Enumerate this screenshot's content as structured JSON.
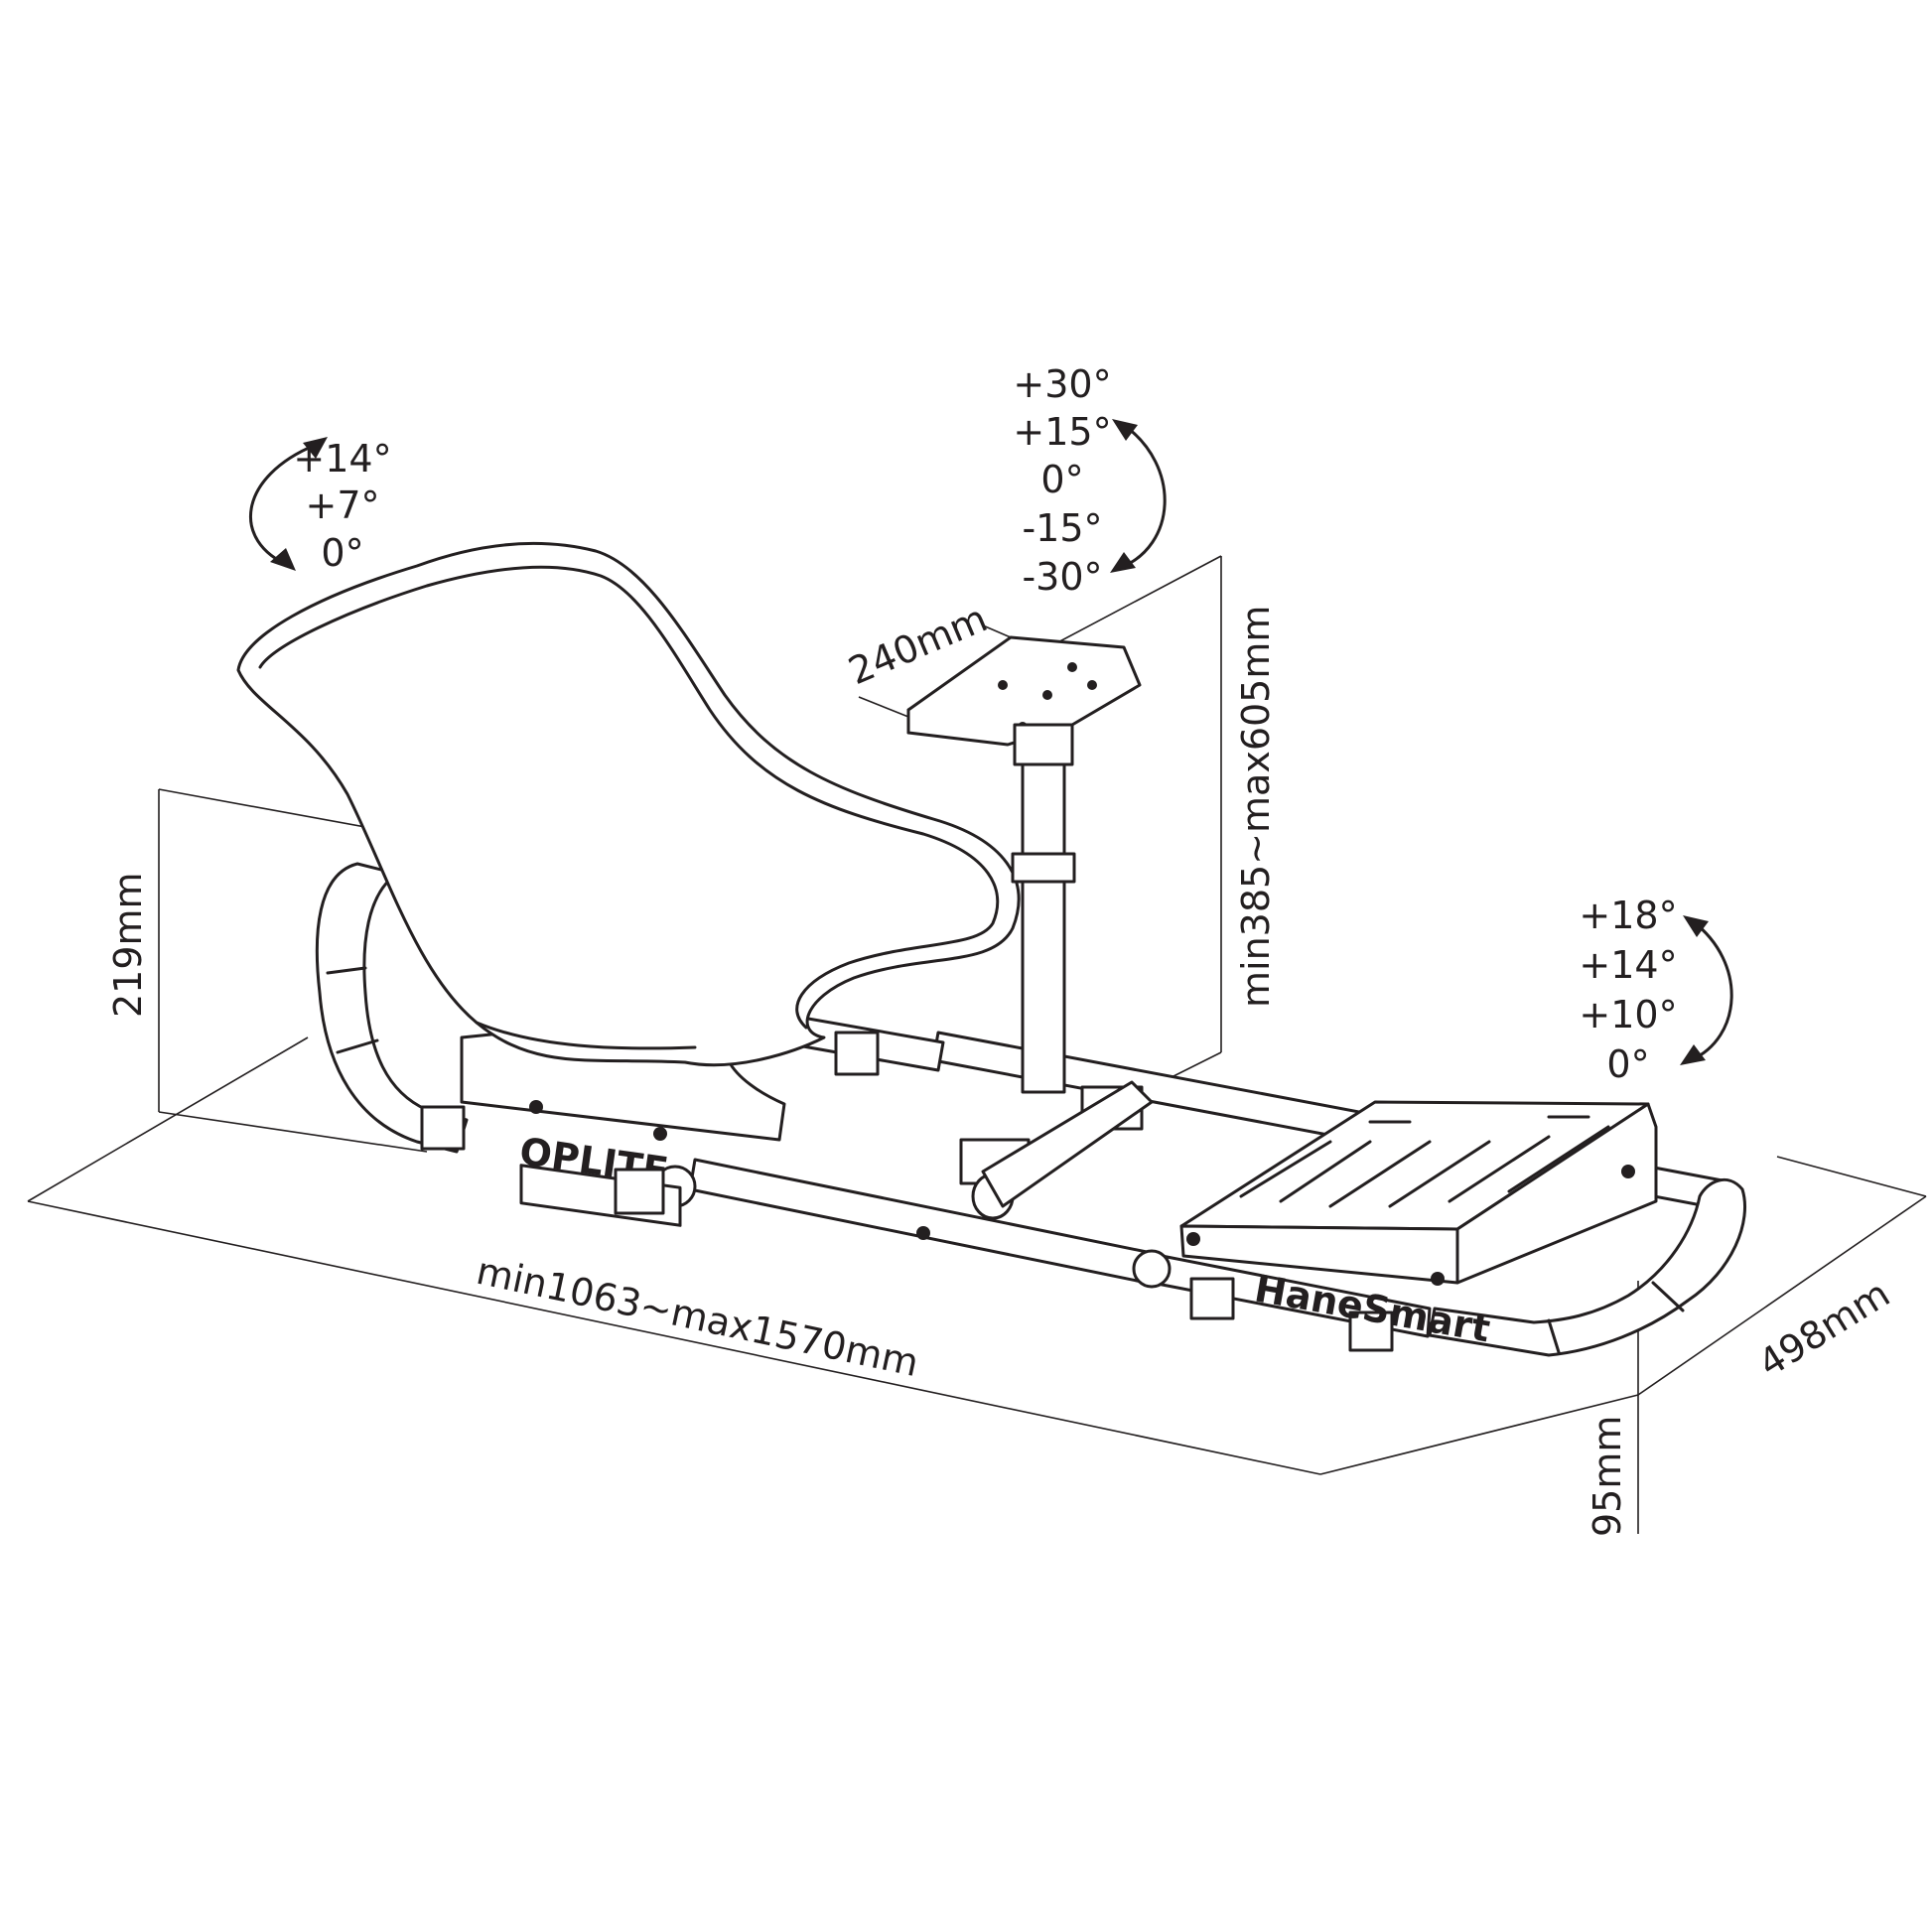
{
  "seat_tilt": {
    "angles": [
      "+14°",
      "+7°",
      "0°"
    ]
  },
  "wheel_tilt": {
    "angles": [
      "+30°",
      "+15°",
      "0°",
      "-15°",
      "-30°"
    ]
  },
  "pedal_tilt": {
    "angles": [
      "+18°",
      "+14°",
      "+10°",
      "0°"
    ]
  },
  "dimensions": {
    "wheel_plate_width": "240mm",
    "wheel_height": "min385~max605mm",
    "seat_height": "219mm",
    "length": "min1063~max1570mm",
    "width": "498mm",
    "pedal_height": "95mm"
  },
  "brand_logos": {
    "left": "OPLITE",
    "right": "HaneSmart"
  },
  "colors": {
    "line": "#231f20",
    "background": "#ffffff"
  }
}
